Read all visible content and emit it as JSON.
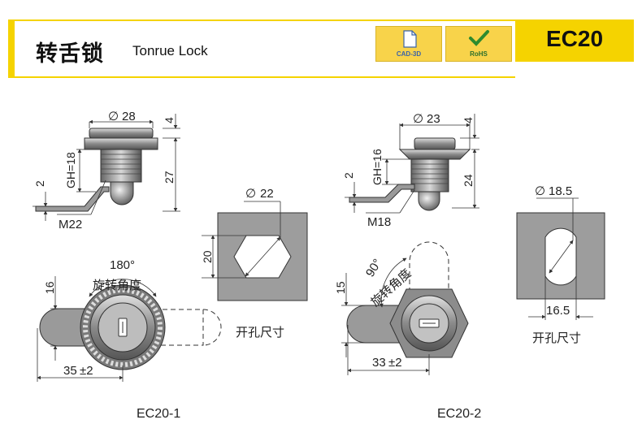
{
  "header": {
    "title_cn": "转舌锁",
    "title_en": "Tonrue Lock",
    "badge_cad": "CAD-3D",
    "badge_rohs": "RoHS",
    "model": "EC20",
    "accent_color": "#f5d300"
  },
  "ec20_1": {
    "diameter_label": "28",
    "top_dim": "4",
    "gh_label": "GH=18",
    "height_dim": "27",
    "tongue_dim": "2",
    "thread_label": "M22",
    "cutout_diameter": "22",
    "cutout_flat": "20",
    "cutout_caption": "开孔尺寸",
    "angle_label": "180°",
    "angle_caption": "旋转角度",
    "side_dim": "16",
    "length_dim": "35",
    "tolerance": "±2",
    "caption": "EC20-1"
  },
  "ec20_2": {
    "diameter_label": "23",
    "top_dim": "4",
    "gh_label": "GH=16",
    "height_dim": "24",
    "tongue_dim": "2",
    "thread_label": "M18",
    "cutout_diameter": "18.5",
    "cutout_flat": "16.5",
    "cutout_caption": "开孔尺寸",
    "angle_label": "90°",
    "angle_caption": "旋转角度",
    "side_dim": "15",
    "length_dim": "33",
    "tolerance": "±2",
    "caption": "EC20-2"
  }
}
